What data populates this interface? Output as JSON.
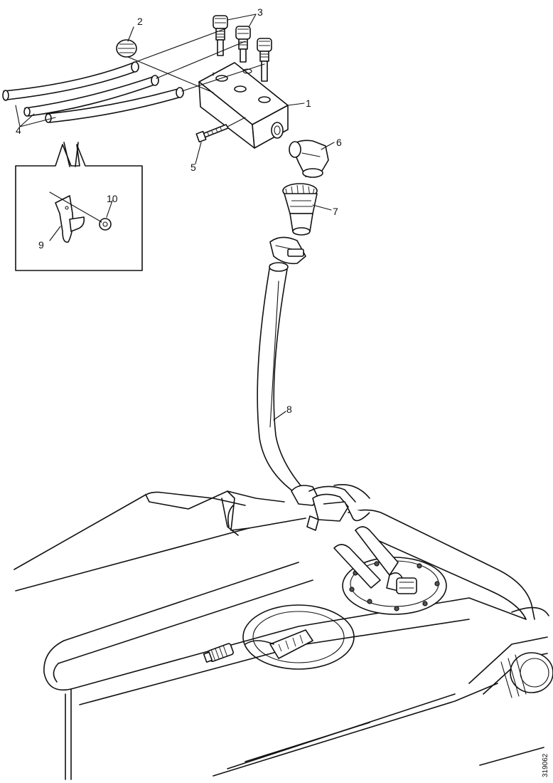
{
  "figure": {
    "callouts": {
      "c1": "1",
      "c2": "2",
      "c3": "3",
      "c4": "4",
      "c5": "5",
      "c6": "6",
      "c7": "7",
      "c8": "8",
      "c9": "9",
      "c10": "10"
    },
    "reference_number": "319062"
  }
}
